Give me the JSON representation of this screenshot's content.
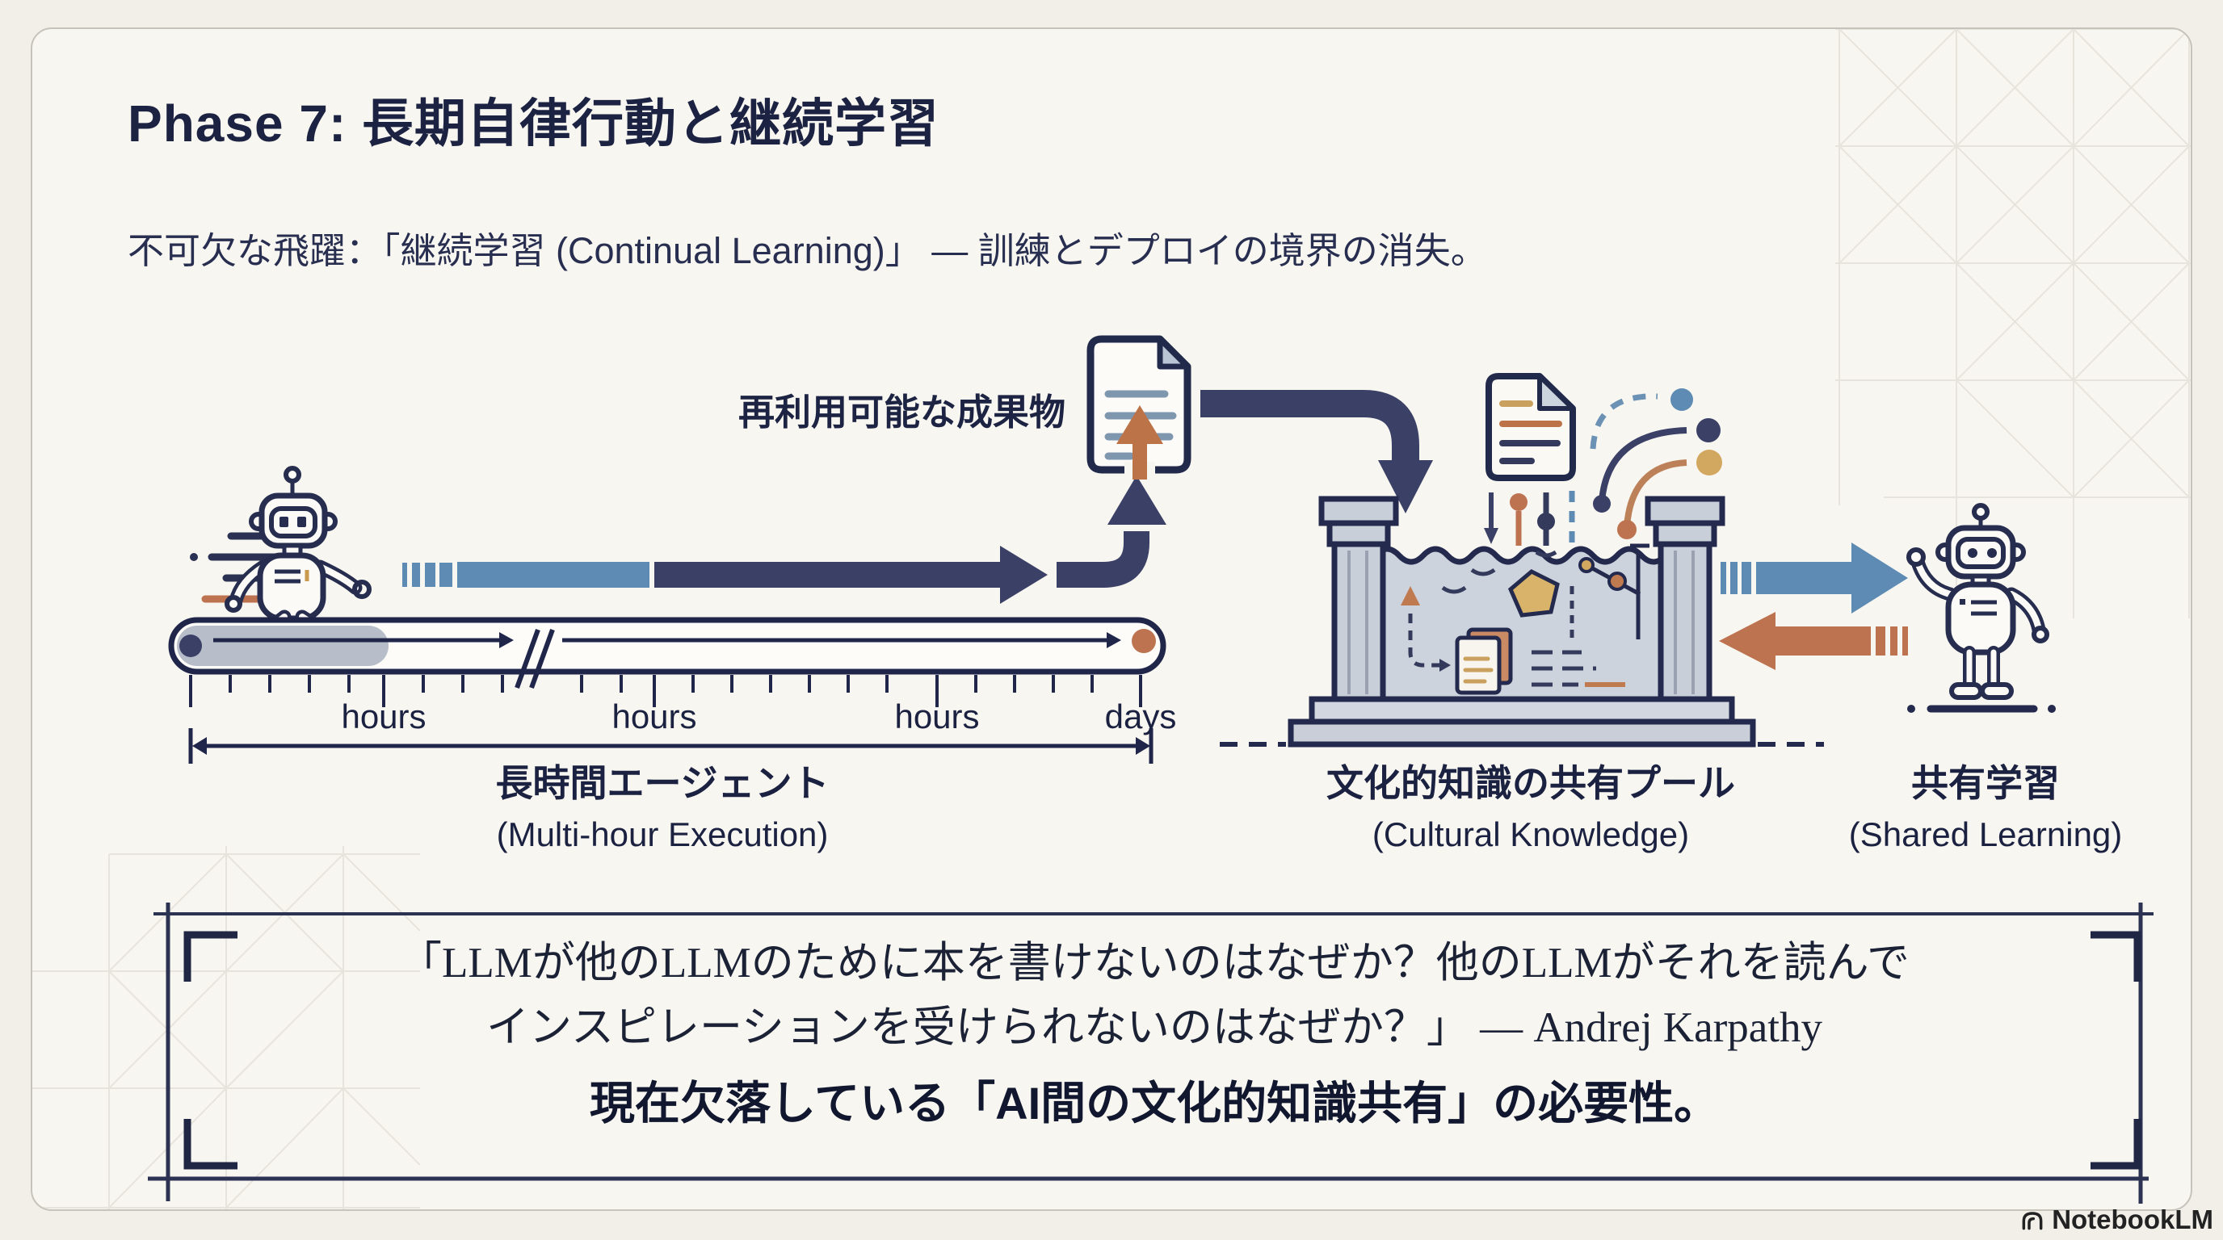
{
  "slide": {
    "title": "Phase 7: 長期自律行動と継続学習",
    "subtitle": "不可欠な飛躍：「継続学習 (Continual Learning)」 — 訓練とデプロイの境界の消失。"
  },
  "diagram": {
    "artifact_label": "再利用可能な成果物",
    "timeline": {
      "tick_labels": [
        "hours",
        "hours",
        "hours",
        "days"
      ]
    },
    "agent_label": {
      "jp": "長時間エージェント",
      "en": "(Multi-hour Execution)"
    },
    "pool_label": {
      "jp": "文化的知識の共有プール",
      "en": "(Cultural Knowledge)"
    },
    "shared_label": {
      "jp": "共有学習",
      "en": "(Shared Learning)"
    },
    "icons": {
      "walking_robot": "robot-walking-icon",
      "waving_robot": "robot-waving-icon",
      "artifact_document": "document-icon",
      "pool": "knowledge-pool-icon"
    }
  },
  "quote": {
    "line1": "「LLMが他のLLMのために本を書けないのはなぜか？他のLLMがそれを読んで",
    "line2": "インスピレーションを受けられないのはなぜか？」 — Andrej Karpathy",
    "emphasis": "現在欠落している「AI間の文化的知識共有」の必要性。"
  },
  "footer": {
    "brand": "NotebookLM"
  },
  "colors": {
    "navy_outline": "#252b4e",
    "flow_navy": "#3b4066",
    "steel_blue": "#5d8bb4",
    "rust": "#bd7350",
    "gold": "#d2a75f",
    "water": "#cdd3dc",
    "background": "#f8f6f0"
  }
}
